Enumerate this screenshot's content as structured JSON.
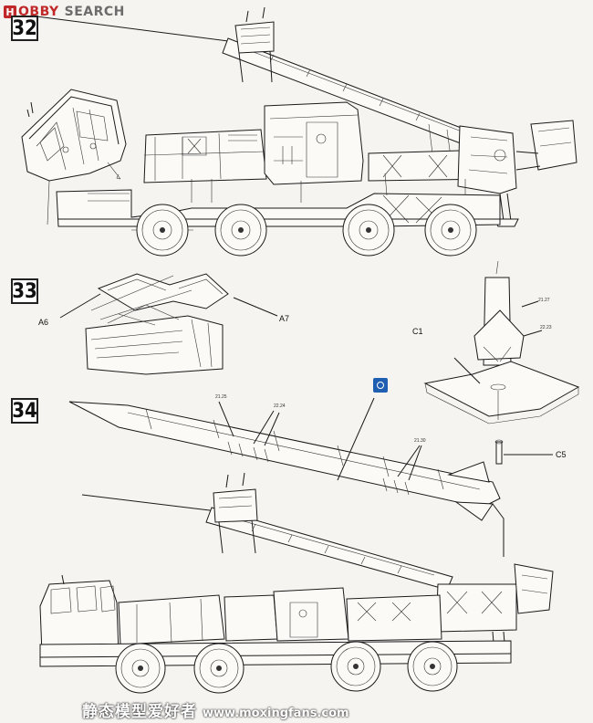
{
  "header": {
    "logo_mark": "H",
    "logo_brand": "OBBY",
    "logo_search": "SEARCH"
  },
  "steps": [
    {
      "number": "32"
    },
    {
      "number": "33"
    },
    {
      "number": "34"
    }
  ],
  "callouts": {
    "a6": "A6",
    "a7": "A7",
    "c1": "C1",
    "c5": "C5",
    "c_ref1": "21.27",
    "c_ref2": "22.23",
    "c_ref3": "21.25",
    "c_ref4": "22.24",
    "c_ref5": "21.30"
  },
  "icons": {
    "cement": "cement-icon"
  },
  "watermark": {
    "chinese": "静态模型爱好者",
    "url": "www.moxingfans.com"
  },
  "colors": {
    "logo_red": "#c0282a",
    "cement_blue": "#1f5fb2",
    "line": "#1a1a1a"
  }
}
